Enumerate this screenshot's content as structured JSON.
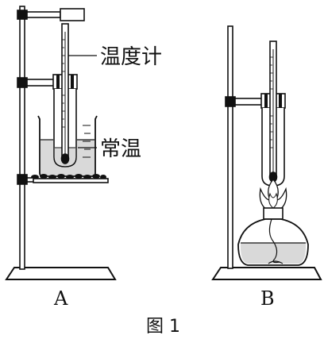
{
  "diagram": {
    "callouts": {
      "thermometer": "温度计",
      "room_temperature": "常温"
    },
    "apparatus_labels": {
      "a": "A",
      "b": "B"
    },
    "caption": "图 1"
  },
  "colors": {
    "ink": "#111111",
    "water_fill": "#d9d9d9",
    "paper": "#ffffff"
  }
}
